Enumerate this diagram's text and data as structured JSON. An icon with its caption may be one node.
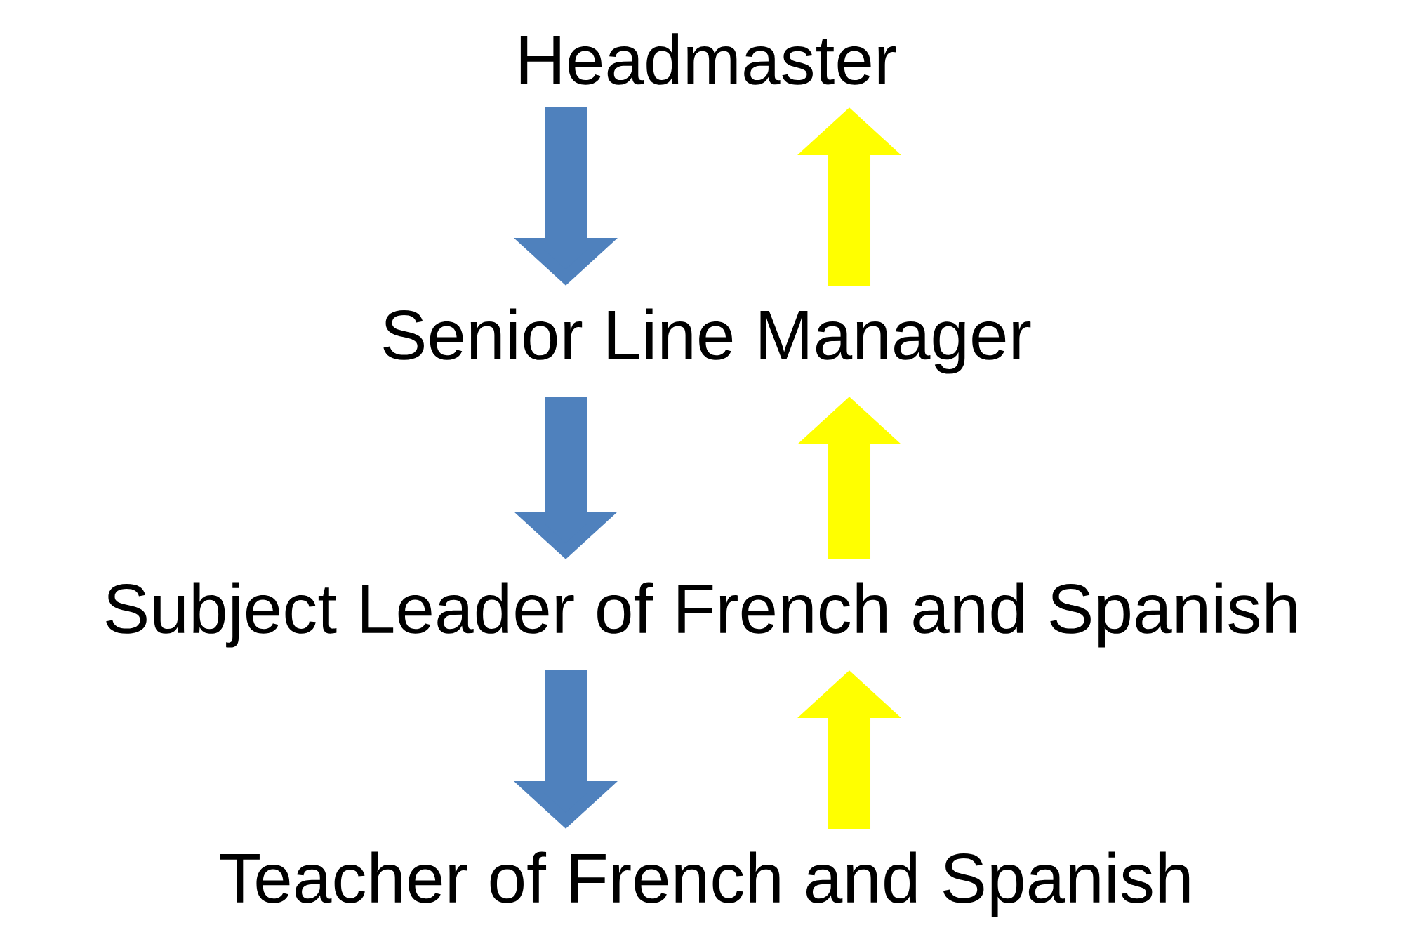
{
  "diagram": {
    "nodes": [
      {
        "text": [
          "Headmaster"
        ]
      },
      {
        "text": [
          "Senior Line Manager"
        ]
      },
      {
        "text": [
          "Subject Leader of French and Spanish"
        ]
      },
      {
        "text": [
          "Teacher of French and Spanish"
        ]
      }
    ],
    "edges": [
      {
        "from": 0,
        "to": 1,
        "arrow": "to",
        "color": "#4f81bd"
      },
      {
        "from": 1,
        "to": 0,
        "arrow": "to",
        "color": "#ffff00"
      },
      {
        "from": 1,
        "to": 2,
        "arrow": "to",
        "color": "#4f81bd"
      },
      {
        "from": 2,
        "to": 1,
        "arrow": "to",
        "color": "#ffff00"
      },
      {
        "from": 2,
        "to": 3,
        "arrow": "to",
        "color": "#4f81bd"
      },
      {
        "from": 3,
        "to": 2,
        "arrow": "to",
        "color": "#ffff00"
      }
    ]
  }
}
